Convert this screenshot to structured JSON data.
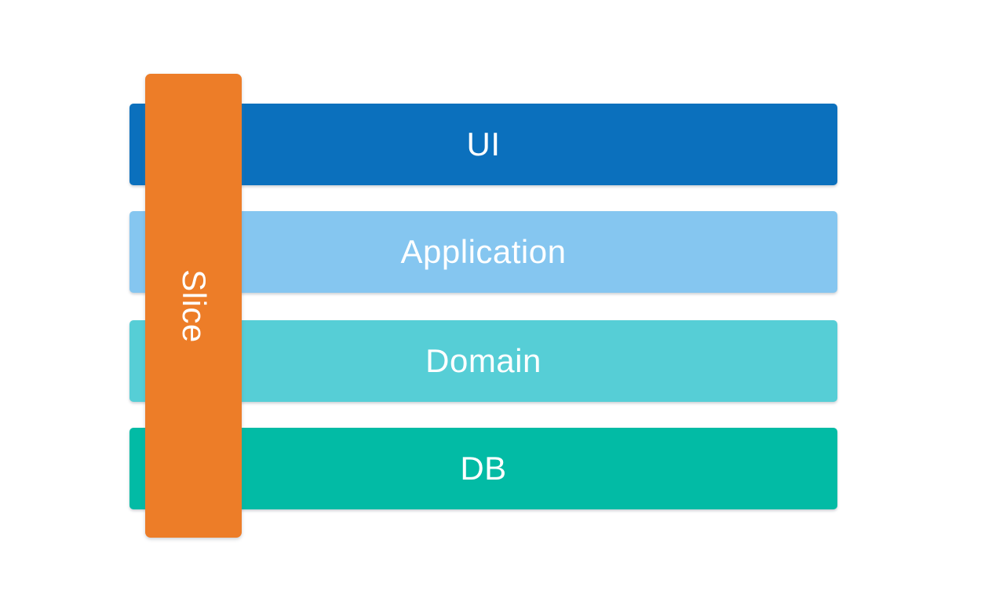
{
  "diagram": {
    "background_color": "#ffffff",
    "text_color": "#ffffff",
    "layers": [
      {
        "label": "UI",
        "color": "#0b70bd"
      },
      {
        "label": "Application",
        "color": "#85c6f0"
      },
      {
        "label": "Domain",
        "color": "#56ced6"
      },
      {
        "label": "DB",
        "color": "#02bba5"
      }
    ],
    "slice": {
      "label": "Slice",
      "color": "#ed7d28"
    }
  }
}
